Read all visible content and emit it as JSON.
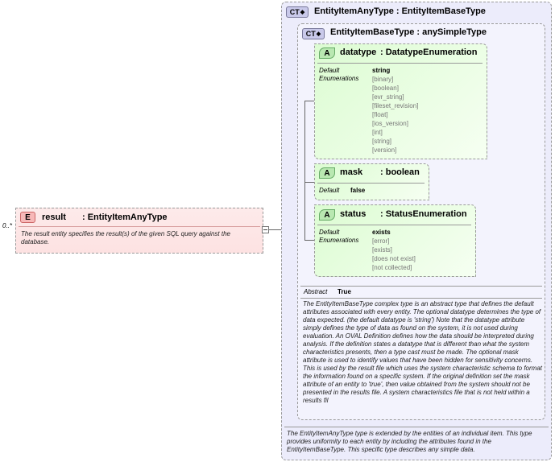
{
  "element": {
    "badge": "E",
    "name": "result",
    "type": ": EntityItemAnyType",
    "cardinality": "0..*",
    "annotation": "The result entity specifies the result(s) of the given SQL query against the database."
  },
  "outer_type": {
    "badge": "CT",
    "title": "EntityItemAnyType : EntityItemBaseType",
    "annotation": "The EntityItemAnyType type is extended by the entities of an individual item. This type provides uniformity to each entity by including the attributes found in the EntityItemBaseType. This specific type describes any simple data."
  },
  "base_type": {
    "badge": "CT",
    "title": "EntityItemBaseType : anySimpleType",
    "abstract_label": "Abstract",
    "abstract_value": "True",
    "annotation": "The EntityItemBaseType complex type is an abstract type that defines the default attributes associated with every entity.  The optional datatype determines the type of data expected. (the default datatype is 'string') Note that the datatype attribute simply defines the type of data as found on the system, it is not used during evaluation.  An OVAL Definition defines how the data should be interpreted during analysis.  If the definition states a datatype that is different than what the system characteristics presents, then a type cast must be made.  The optional mask attribute is used to identify values that have been hidden for sensitivity concerns.  This is used by the result file which uses the system characteristic schema to format the information found on a specific system.  If the original definition set the mask attribute of an entity to 'true', then value obtained from the system should not be presented in the results file.  A system characteristics file that is not held within a results fil"
  },
  "attributes": {
    "datatype": {
      "badge": "A",
      "name": "datatype",
      "type": ": DatatypeEnumeration",
      "label": "Default\nEnumerations",
      "values": [
        "string",
        "[binary]",
        "[boolean]",
        "[evr_string]",
        "[fileset_revision]",
        "[float]",
        "[ios_version]",
        "[int]",
        "[string]",
        "[version]"
      ]
    },
    "mask": {
      "badge": "A",
      "name": "mask",
      "type": ": boolean",
      "label": "Default",
      "values": [
        "false"
      ]
    },
    "status": {
      "badge": "A",
      "name": "status",
      "type": ": StatusEnumeration",
      "label": "Default\nEnumerations",
      "values": [
        "exists",
        "[error]",
        "[exists]",
        "[does not exist]",
        "[not collected]"
      ]
    }
  },
  "colors": {
    "ct_fill": "#ebebfa",
    "ct_badge": "#c8c8e8",
    "element_fill": "#fde8e8",
    "element_badge": "#f5b5b5",
    "attr_fill": "#e8fce0",
    "attr_badge": "#b8e8b0"
  }
}
